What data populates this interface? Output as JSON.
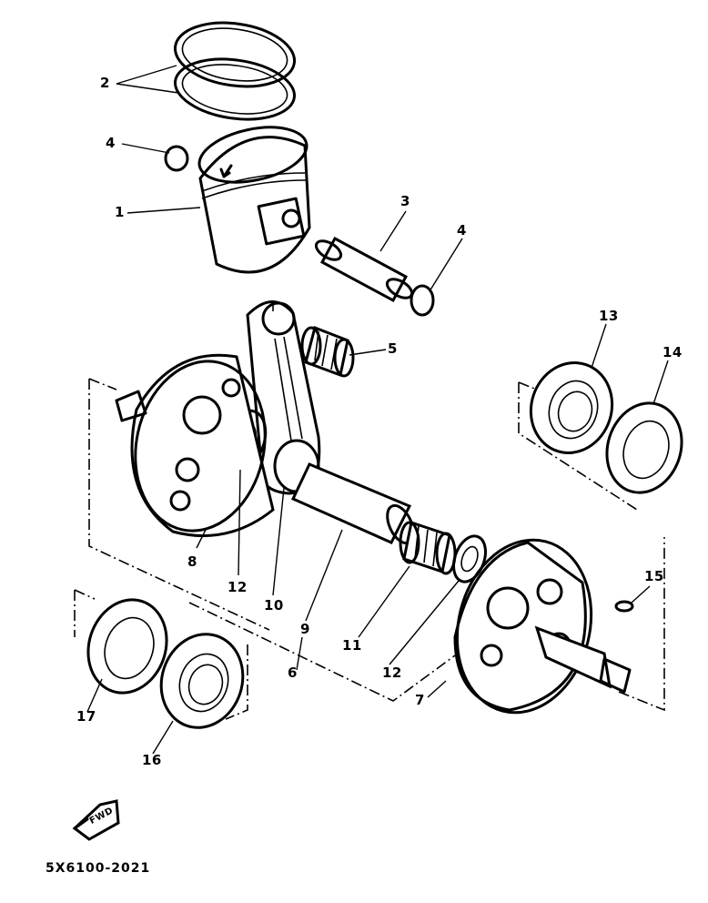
{
  "diagram": {
    "part_code": "5X6100-2021",
    "fwd_mark": "FWD",
    "callouts": [
      {
        "id": "c2",
        "text": "2"
      },
      {
        "id": "c4a",
        "text": "4"
      },
      {
        "id": "c1",
        "text": "1"
      },
      {
        "id": "c3",
        "text": "3"
      },
      {
        "id": "c4b",
        "text": "4"
      },
      {
        "id": "c5",
        "text": "5"
      },
      {
        "id": "c13",
        "text": "13"
      },
      {
        "id": "c14",
        "text": "14"
      },
      {
        "id": "c8",
        "text": "8"
      },
      {
        "id": "c12a",
        "text": "12"
      },
      {
        "id": "c10",
        "text": "10"
      },
      {
        "id": "c9",
        "text": "9"
      },
      {
        "id": "c6",
        "text": "6"
      },
      {
        "id": "c11",
        "text": "11"
      },
      {
        "id": "c12b",
        "text": "12"
      },
      {
        "id": "c15",
        "text": "15"
      },
      {
        "id": "c7",
        "text": "7"
      },
      {
        "id": "c17",
        "text": "17"
      },
      {
        "id": "c16",
        "text": "16"
      }
    ]
  }
}
